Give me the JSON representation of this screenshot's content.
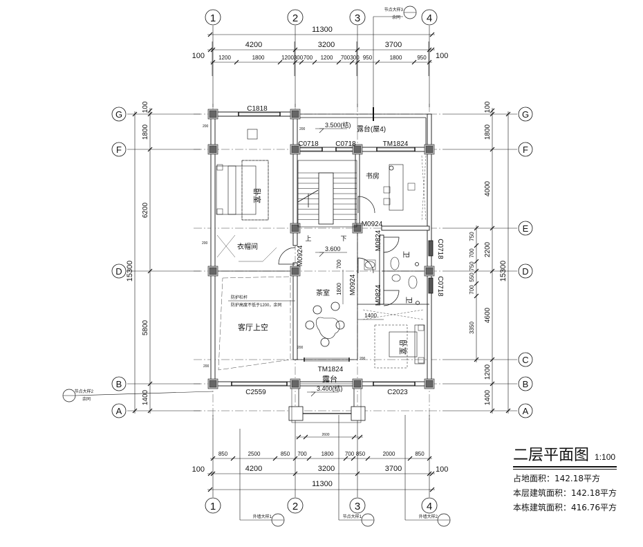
{
  "title": {
    "name": "二层平面图",
    "scale": "1:100"
  },
  "areas": [
    "占地面积：142.18平方",
    "本层建筑面积：142.18平方",
    "本栋建筑面积：416.76平方"
  ],
  "axes": {
    "cols": [
      "1",
      "2",
      "3",
      "4"
    ],
    "rows": [
      "G",
      "F",
      "E",
      "D",
      "C",
      "B",
      "A"
    ]
  },
  "dims": {
    "top_total": "11300",
    "top_bays": [
      "4200",
      "3200",
      "3700"
    ],
    "edge": "100",
    "top_detail": [
      "1200",
      "1800",
      "1200",
      "300",
      "700",
      "1200",
      "700",
      "300",
      "950",
      "1800",
      "950"
    ],
    "bottom_detail": [
      "850",
      "2500",
      "850",
      "700",
      "1800",
      "700",
      "850",
      "2000",
      "850"
    ],
    "bottom_porch": "2600",
    "bottom_total": "11300",
    "bottom_bays": [
      "4200",
      "3200",
      "3700"
    ],
    "left_total": "15300",
    "left": [
      "100",
      "1800",
      "6200",
      "5800",
      "1400"
    ],
    "right_total": "15300",
    "right": [
      "100",
      "1800",
      "4000",
      "2200",
      "4600",
      "1200",
      "1400"
    ],
    "right_inner": [
      "750",
      "700",
      "750",
      "550",
      "700",
      "3350"
    ],
    "small": "200"
  },
  "rooms": {
    "bedroom1": "卧室",
    "closet": "衣帽间",
    "study": "书房",
    "terrace_roof": "露台(屋4)",
    "tea": "茶室",
    "living_void": "客厅上空",
    "porch": "露台",
    "bedroom2": "卧室",
    "bath1": "卫",
    "bath2": "卫",
    "stair_up": "上",
    "stair_down": "下"
  },
  "elevations": [
    "3.500(结)",
    "3.600",
    "3.400(结)"
  ],
  "openings": {
    "c1818": "C1818",
    "c0718a": "C0718",
    "c0718b": "C0718",
    "tm1824a": "TM1824",
    "m0924a": "M0924",
    "m0924b": "M0924",
    "m0824a": "M0824",
    "m0924c": "M0924",
    "m0824b": "M0824",
    "c0718c": "C0718",
    "c0718d": "C0718",
    "tm1824b": "TM1824",
    "c2559": "C2559",
    "c2023": "C2023"
  },
  "inner_dims": [
    "700",
    "1800",
    "1400"
  ],
  "notes": [
    "防护栏杆",
    "防护高度不低于1200，余同"
  ],
  "callouts": [
    {
      "label": "节点大样3",
      "sub": "余同"
    },
    {
      "label": "节点大样2",
      "sub": "余同"
    },
    {
      "label": "外墙大样1"
    },
    {
      "label": "节点大样1"
    },
    {
      "label": "外墙大样2"
    }
  ],
  "colors": {
    "line": "#111111",
    "column": "#666666",
    "hatch": "#999999"
  }
}
